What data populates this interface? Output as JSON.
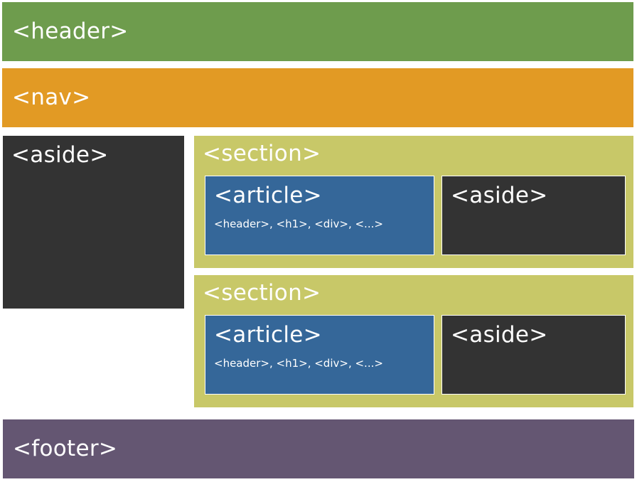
{
  "header": {
    "label": "<header>",
    "color": "#6e9c4d"
  },
  "nav": {
    "label": "<nav>",
    "color": "#e29a24"
  },
  "aside_left": {
    "label": "<aside>",
    "color": "#333333"
  },
  "sections": [
    {
      "label": "<section>",
      "article": {
        "label": "<article>",
        "children_label": "<header>, <h1>, <div>, <...>"
      },
      "aside": {
        "label": "<aside>"
      }
    },
    {
      "label": "<section>",
      "article": {
        "label": "<article>",
        "children_label": "<header>, <h1>, <div>, <...>"
      },
      "aside": {
        "label": "<aside>"
      }
    }
  ],
  "footer": {
    "label": "<footer>",
    "color": "#645672"
  },
  "colors": {
    "section": "#c8c868",
    "article": "#356799",
    "aside": "#333333"
  }
}
